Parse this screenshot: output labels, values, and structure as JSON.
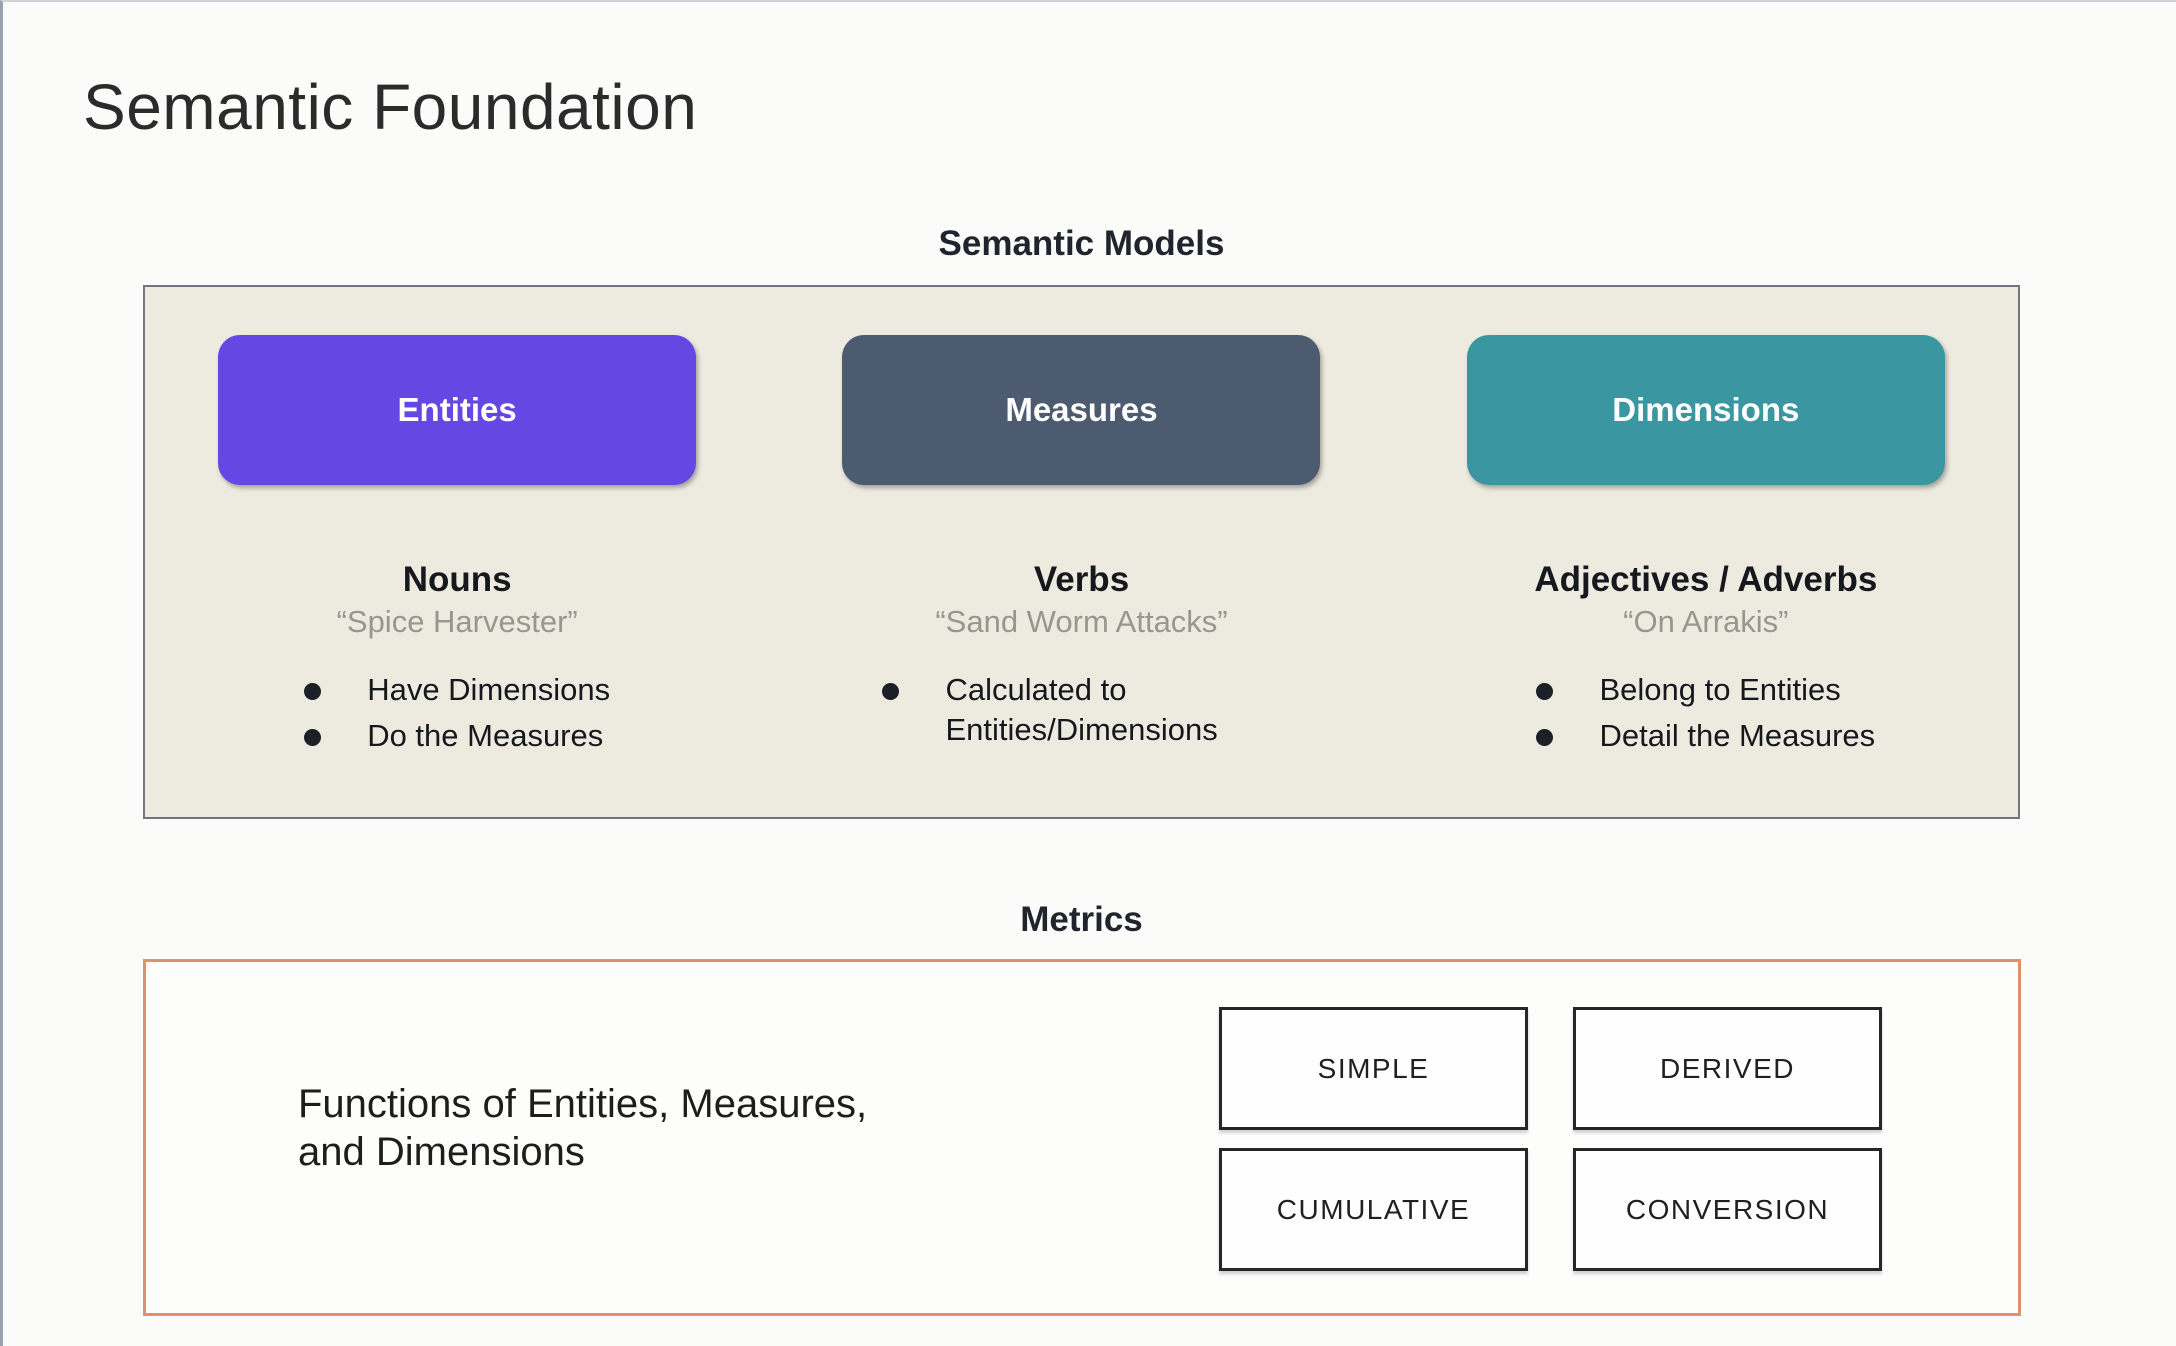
{
  "slide": {
    "title": "Semantic Foundation"
  },
  "semantic_models": {
    "heading": "Semantic Models",
    "panel_bg": "#edebe0",
    "columns": [
      {
        "box_label": "Entities",
        "box_color": "#6348e4",
        "subheading": "Nouns",
        "quote": "“Spice Harvester”",
        "bullets": [
          "Have Dimensions",
          "Do the Measures"
        ]
      },
      {
        "box_label": "Measures",
        "box_color": "#4d5b70",
        "subheading": "Verbs",
        "quote": "“Sand Worm Attacks”",
        "bullets": [
          "Calculated to Entities/Dimensions"
        ]
      },
      {
        "box_label": "Dimensions",
        "box_color": "#3a96a1",
        "subheading": "Adjectives / Adverbs",
        "quote": "“On Arrakis”",
        "bullets": [
          "Belong to Entities",
          "Detail the Measures"
        ]
      }
    ]
  },
  "metrics": {
    "heading": "Metrics",
    "description": "Functions of Entities, Measures,\nand Dimensions",
    "border_color": "#e0906f",
    "types": [
      "SIMPLE",
      "DERIVED",
      "CUMULATIVE",
      "CONVERSION"
    ]
  }
}
